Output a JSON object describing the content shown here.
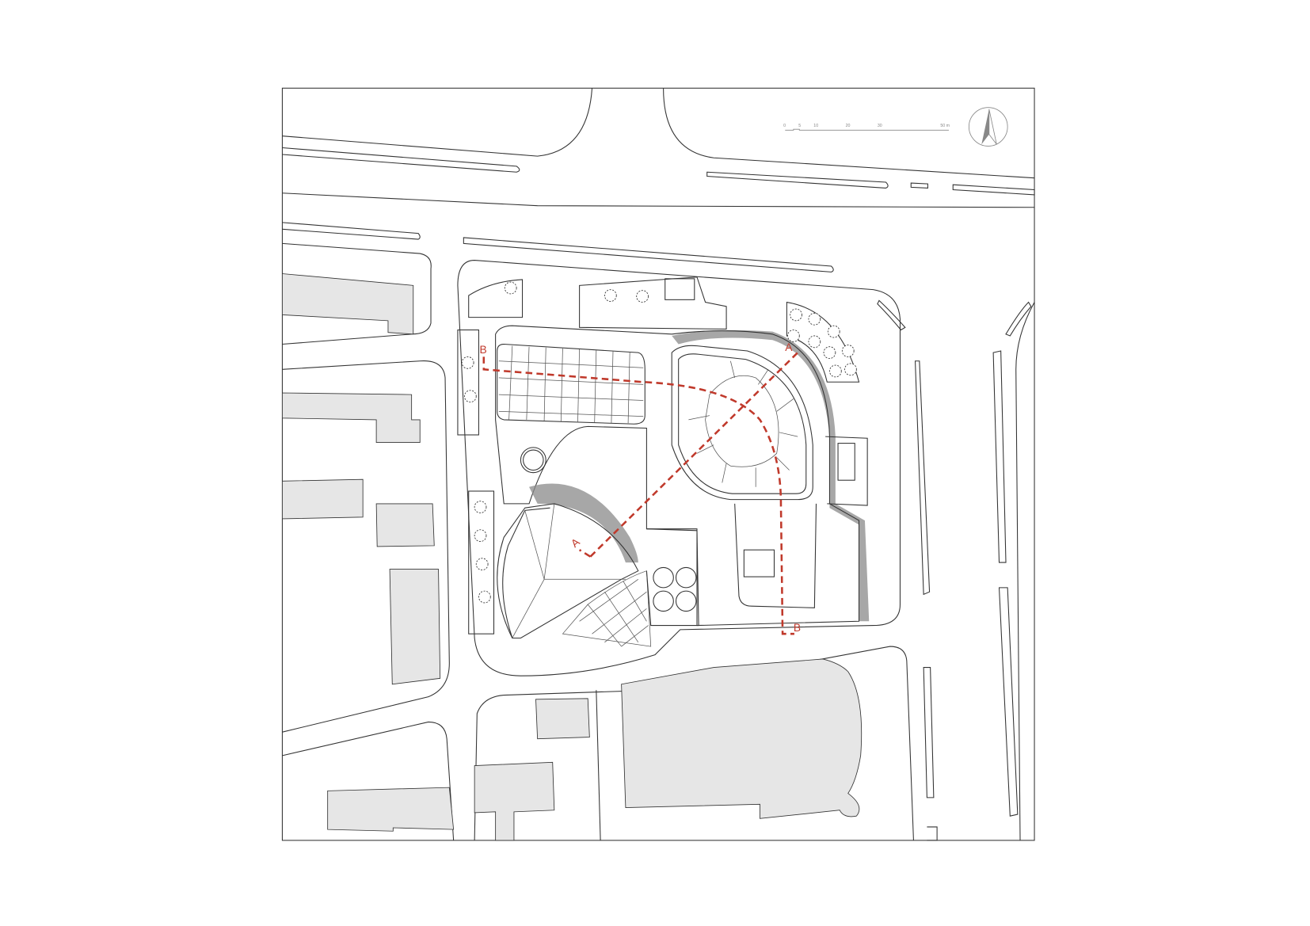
{
  "scale_bar": {
    "ticks": [
      "0",
      "5",
      "10",
      "20",
      "30",
      "50 m"
    ]
  },
  "north_arrow": {
    "icon": "north-arrow-icon"
  },
  "section_markers": {
    "a_start": "A",
    "a_end": "A",
    "b_start": "B",
    "b_end": "B"
  },
  "colors": {
    "section_line": "#c0392b",
    "buildings": "#e6e6e6",
    "linework": "#333333"
  }
}
